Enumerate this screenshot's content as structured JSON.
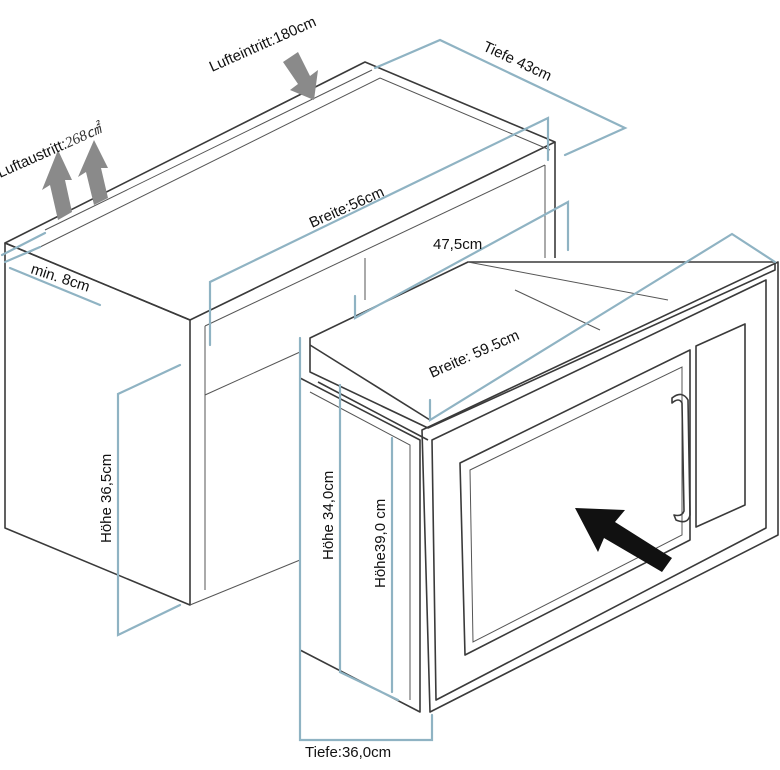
{
  "labels": {
    "air_inlet": "Lufteintritt:180cm",
    "air_outlet_prefix": "Luftaustritt:",
    "air_outlet_value": "268㎠",
    "depth_cabinet": "Tiefe 43cm",
    "width_cabinet": "Breite:56cm",
    "min_gap": "min. 8cm",
    "inner_width": "47,5cm",
    "width_oven": "Breite: 59.5cm",
    "height_cabinet": "Höhe 36,5cm",
    "height_oven_body": "Höhe 34,0cm",
    "height_oven_front": "Höhe39,0 cm",
    "depth_oven": "Tiefe:36,0cm"
  },
  "colors": {
    "dimension_line": "#8fb3c3",
    "outline": "#3a3a3a",
    "air_arrow": "#8a8a8a",
    "insert_arrow": "#111111"
  },
  "icons": {
    "air_inlet_arrow": "arrow-down-icon",
    "air_outlet_arrows": "arrow-up-icon",
    "insert_arrow": "arrow-insert-icon"
  }
}
